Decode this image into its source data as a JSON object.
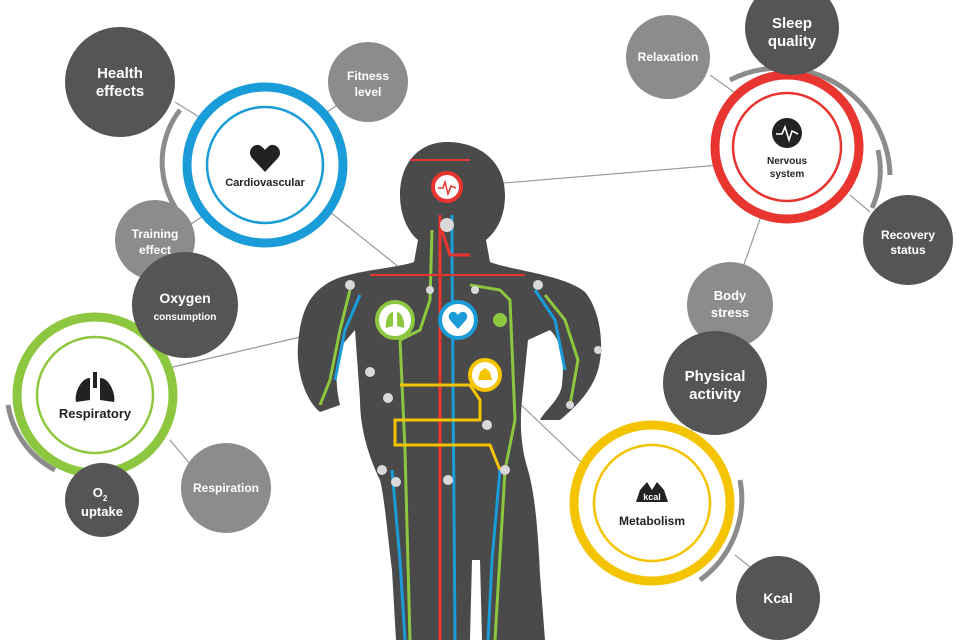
{
  "colors": {
    "cardio": "#1a9cd8",
    "nervous": "#e83530",
    "respiratory": "#8dc63f",
    "metabolism": "#f4c400",
    "orange": "#f39c22",
    "body": "#4a4a4a",
    "dark_bubble": "#555555",
    "light_bubble": "#8c8c8c",
    "arc": "#8c8c8c"
  },
  "hubs": {
    "cardiovascular": "Cardiovascular",
    "nervous_1": "Nervous",
    "nervous_2": "system",
    "respiratory": "Respiratory",
    "metabolism": "Metabolism",
    "kcal_icon_text": "kcal"
  },
  "bubbles": {
    "health_effects_1": "Health",
    "health_effects_2": "effects",
    "fitness_level_1": "Fitness",
    "fitness_level_2": "level",
    "training_effect_1": "Training",
    "training_effect_2": "effect",
    "oxygen_consumption_1": "Oxygen",
    "oxygen_consumption_2": "consumption",
    "o2_uptake_1": "O",
    "o2_uptake_sub": "2",
    "o2_uptake_2": "uptake",
    "respiration": "Respiration",
    "relaxation": "Relaxation",
    "sleep_quality_1": "Sleep",
    "sleep_quality_2": "quality",
    "recovery_status_1": "Recovery",
    "recovery_status_2": "status",
    "body_stress_1": "Body",
    "body_stress_2": "stress",
    "physical_activity_1": "Physical",
    "physical_activity_2": "activity",
    "kcal": "Kcal"
  }
}
